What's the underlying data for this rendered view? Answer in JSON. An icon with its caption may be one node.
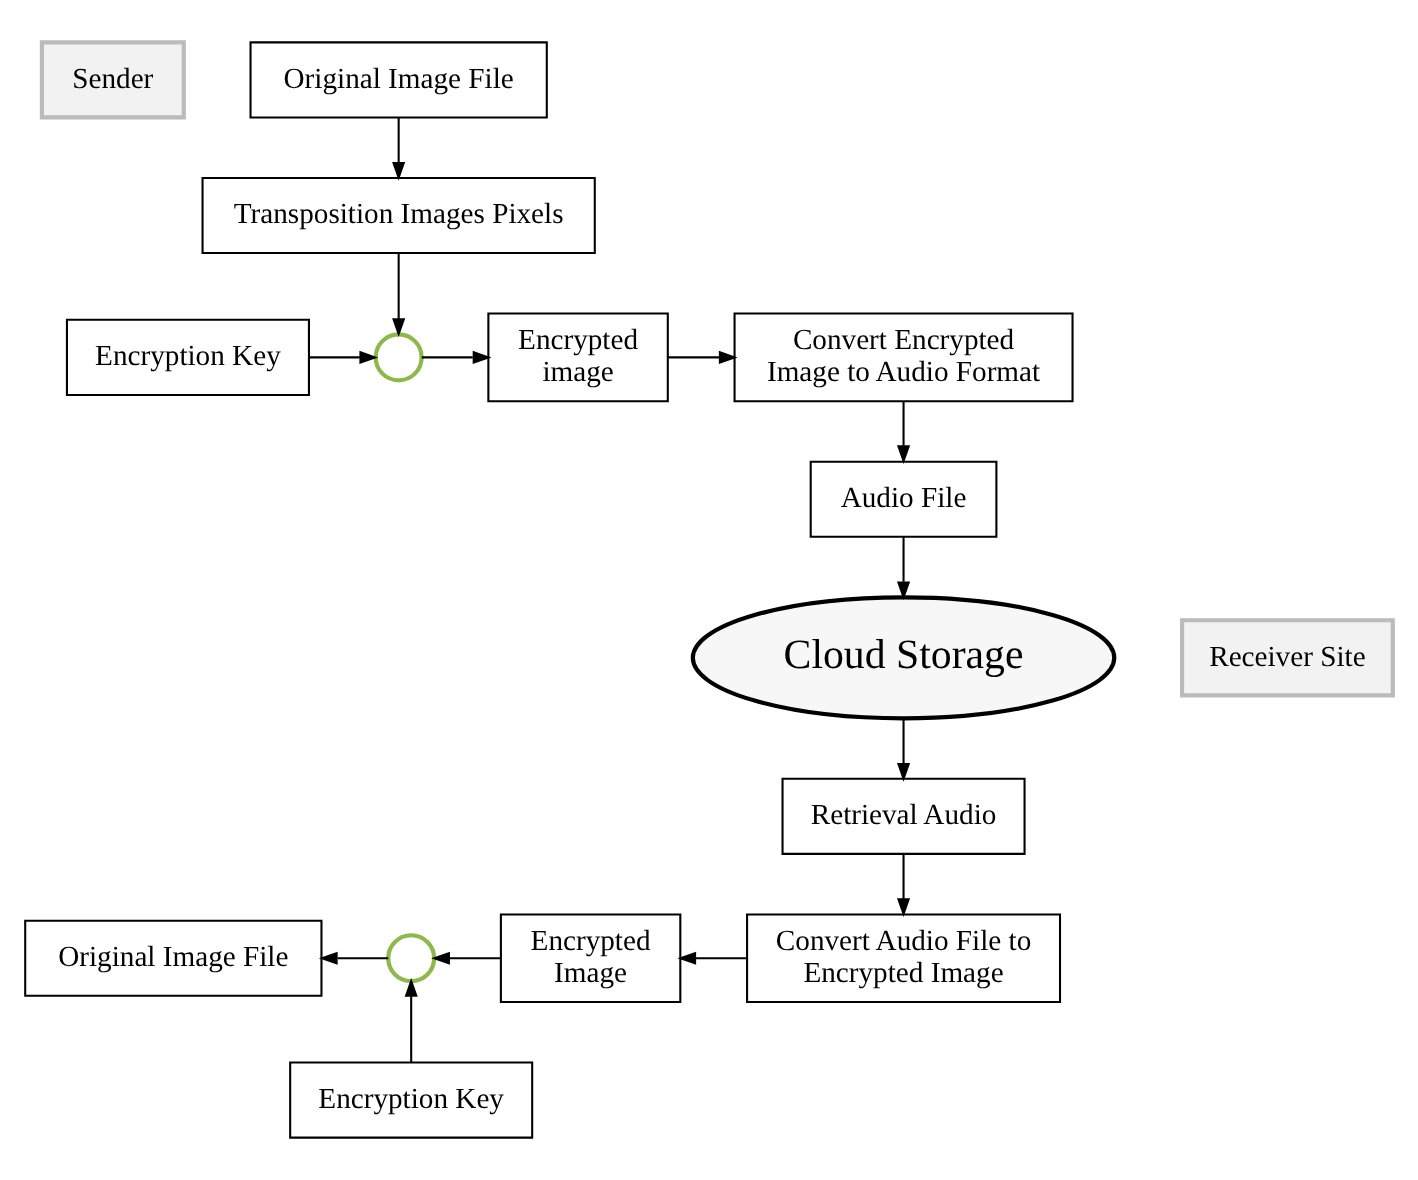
{
  "diagram": {
    "nodes": [
      {
        "text": [
          "Sender"
        ]
      },
      {
        "text": [
          "Original Image File"
        ]
      },
      {
        "text": [
          "Transposition Images Pixels"
        ]
      },
      {
        "text": [
          "Encryption Key"
        ]
      },
      {
        "text": [],
        "shape": "circle"
      },
      {
        "text": [
          "Encrypted image"
        ]
      },
      {
        "text": [
          "Convert Encrypted Image to Audio Format"
        ]
      },
      {
        "text": [
          "Audio File"
        ]
      },
      {
        "text": [
          "Cloud Storage"
        ]
      },
      {
        "text": [
          "Receiver Site"
        ]
      },
      {
        "text": [
          "Retrieval Audio"
        ]
      },
      {
        "text": [
          "Original Image File"
        ]
      },
      {
        "text": [],
        "shape": "circle"
      },
      {
        "text": [
          "Encrypted Image"
        ]
      },
      {
        "text": [
          "Convert Audio File to Encrypted Image"
        ]
      },
      {
        "text": [
          "Encryption Key"
        ]
      }
    ],
    "edges": [
      {
        "from": 1,
        "to": 2,
        "arrow": "to"
      },
      {
        "from": 2,
        "to": 4,
        "arrow": "to"
      },
      {
        "from": 3,
        "to": 4,
        "arrow": "to"
      },
      {
        "from": 4,
        "to": 5,
        "arrow": "to"
      },
      {
        "from": 5,
        "to": 6,
        "arrow": "to"
      },
      {
        "from": 6,
        "to": 7,
        "arrow": "to"
      },
      {
        "from": 7,
        "to": 8,
        "arrow": "to"
      },
      {
        "from": 8,
        "to": 10,
        "arrow": "to"
      },
      {
        "from": 10,
        "to": 14,
        "arrow": "to"
      },
      {
        "from": 14,
        "to": 13,
        "arrow": "to"
      },
      {
        "from": 13,
        "to": 12,
        "arrow": "to"
      },
      {
        "from": 12,
        "to": 11,
        "arrow": "to"
      },
      {
        "from": 15,
        "to": 12,
        "arrow": "to"
      }
    ]
  }
}
